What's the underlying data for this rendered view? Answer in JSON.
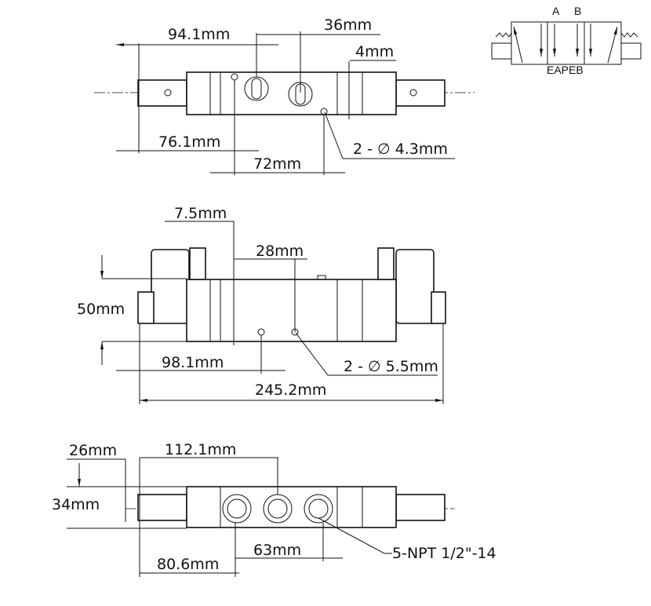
{
  "top_view": {
    "dim_overall_to_port": "94.1mm",
    "dim_port_pitch": "36mm",
    "dim_offset": "4mm",
    "dim_to_mount_hole": "76.1mm",
    "dim_mount_hole_pitch": "72mm",
    "dim_mount_hole_dia": "2 - ∅ 4.3mm"
  },
  "front_view": {
    "dim_hole_offset": "7.5mm",
    "dim_hole_pitch": "28mm",
    "dim_height": "50mm",
    "dim_to_hole": "98.1mm",
    "dim_overall_length": "245.2mm",
    "dim_hole_dia": "2 - ∅ 5.5mm"
  },
  "bottom_view": {
    "dim_solenoid_offset": "26mm",
    "dim_to_port": "112.1mm",
    "dim_width": "34mm",
    "dim_port_pitch": "63mm",
    "dim_to_first_port": "80.6mm",
    "dim_ports": "5-NPT 1/2\"-14"
  },
  "symbol": {
    "port_a": "A",
    "port_b": "B",
    "bottom_ports": "EAPEB"
  }
}
